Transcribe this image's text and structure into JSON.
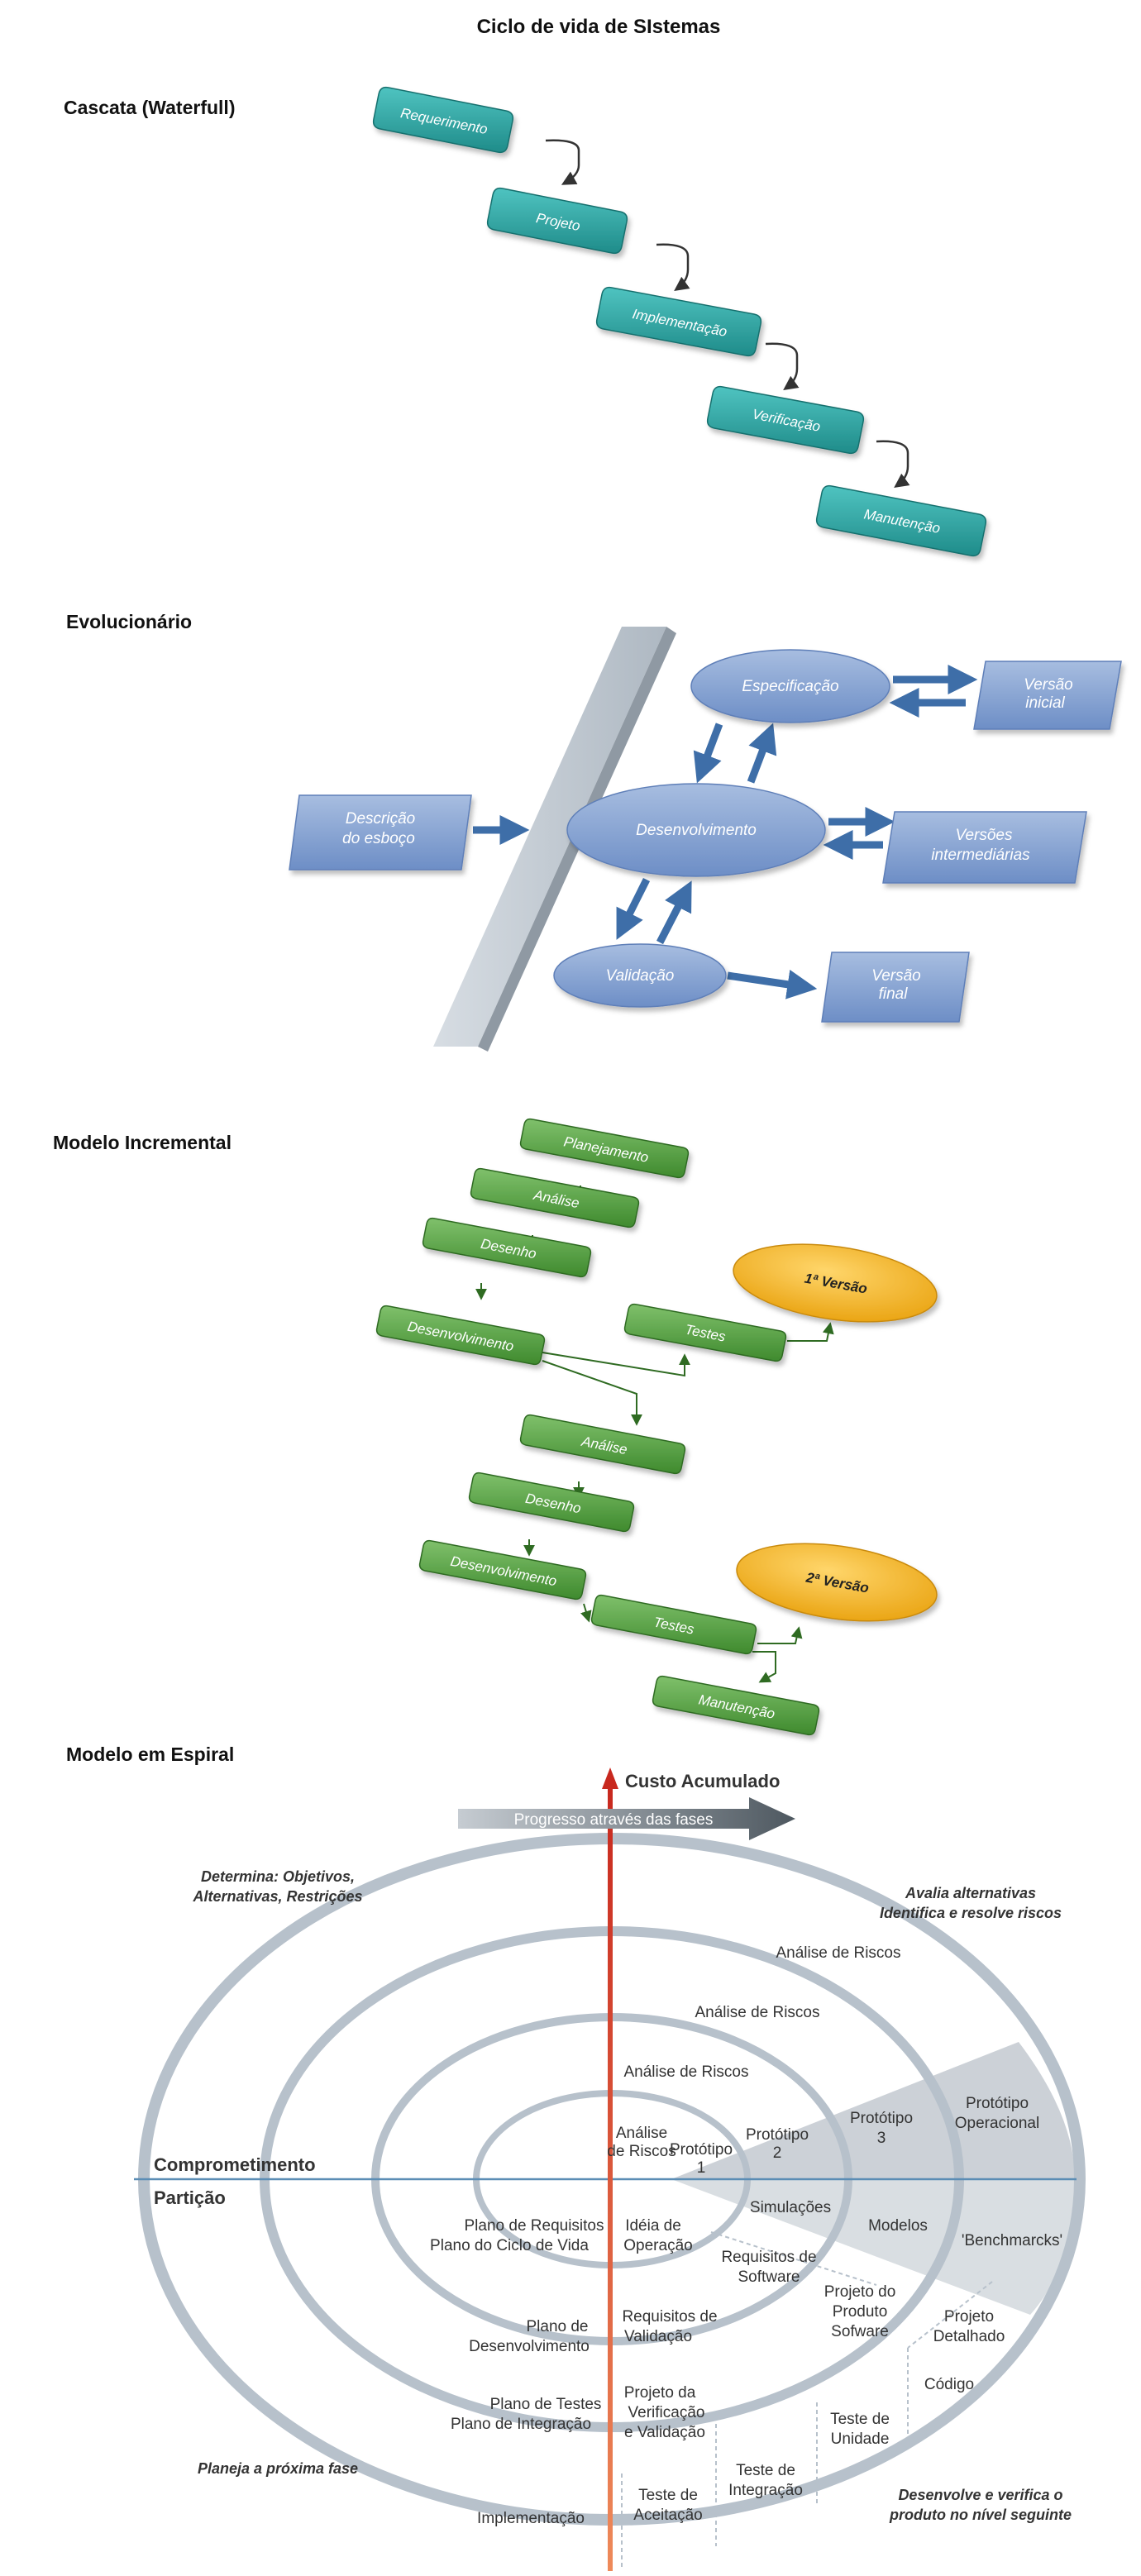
{
  "title": "Ciclo de vida de SIstemas",
  "waterfall": {
    "heading": "Cascata (Waterfull)",
    "steps": [
      "Requerimento",
      "Projeto",
      "Implementação",
      "Verificação",
      "Manutenção"
    ]
  },
  "evolutionary": {
    "heading": "Evolucionário",
    "input_line1": "Descrição",
    "input_line2": "do esboço",
    "specification": "Especificação",
    "development": "Desenvolvimento",
    "validation": "Validação",
    "initial_line1": "Versão",
    "initial_line2": "inicial",
    "intermediate_line1": "Versões",
    "intermediate_line2": "intermediárias",
    "final_line1": "Versão",
    "final_line2": "final"
  },
  "incremental": {
    "heading": "Modelo Incremental",
    "cycle1": [
      "Planejamento",
      "Análise",
      "Desenho",
      "Desenvolvimento",
      "Testes"
    ],
    "version1": "1ª Versão",
    "cycle2": [
      "Análise",
      "Desenho",
      "Desenvolvimento",
      "Testes",
      "Manutenção"
    ],
    "version2": "2ª Versão"
  },
  "spiral": {
    "heading": "Modelo em Espiral",
    "cost_axis": "Custo Acumulado",
    "progress": "Progresso através das fases",
    "q1_line1": "Determina: Objetivos,",
    "q1_line2": "Alternativas, Restrições",
    "q2_line1": "Avalia alternativas",
    "q2_line2": "Identifica e resolve riscos",
    "q3": "Planeja a próxima fase",
    "q4_line1": "Desenvolve e verifica o",
    "q4_line2": "produto no nível seguinte",
    "commitment": "Comprometimento",
    "partition": "Partição",
    "risk1": "Análise de Riscos",
    "risk2": "Análise de Riscos",
    "risk3": "Análise de Riscos",
    "risk4_line1": "Análise",
    "risk4_line2": "de Riscos",
    "proto1_line1": "Protótipo",
    "proto1_line2": "1",
    "proto2_line1": "Protótipo",
    "proto2_line2": "2",
    "proto3_line1": "Protótipo",
    "proto3_line2": "3",
    "proto_op_line1": "Protótipo",
    "proto_op_line2": "Operacional",
    "simulations": "Simulações",
    "models": "Modelos",
    "benchmarks": "'Benchmarcks'",
    "plan_req_line1": "Plano de Requisitos",
    "plan_req_line2": "Plano do Ciclo de Vida",
    "idea_line1": "Idéia de",
    "idea_line2": "Operação",
    "sw_req_line1": "Requisitos de",
    "sw_req_line2": "Software",
    "sw_proj_line1": "Projeto do",
    "sw_proj_line2": "Produto",
    "sw_proj_line3": "Sofware",
    "det_proj_line1": "Projeto",
    "det_proj_line2": "Detalhado",
    "code": "Código",
    "plan_dev_line1": "Plano de",
    "plan_dev_line2": "Desenvolvimento",
    "req_val_line1": "Requisitos de",
    "req_val_line2": "Validação",
    "unit_test_line1": "Teste de",
    "unit_test_line2": "Unidade",
    "plan_test_line1": "Plano de Testes",
    "plan_test_line2": "Plano de Integração",
    "verif_line1": "Projeto da",
    "verif_line2": "Verificação",
    "verif_line3": "e Validação",
    "integ_test_line1": "Teste de",
    "integ_test_line2": "Integração",
    "implementation": "Implementação",
    "accept_test_line1": "Teste de",
    "accept_test_line2": "Aceitação"
  }
}
